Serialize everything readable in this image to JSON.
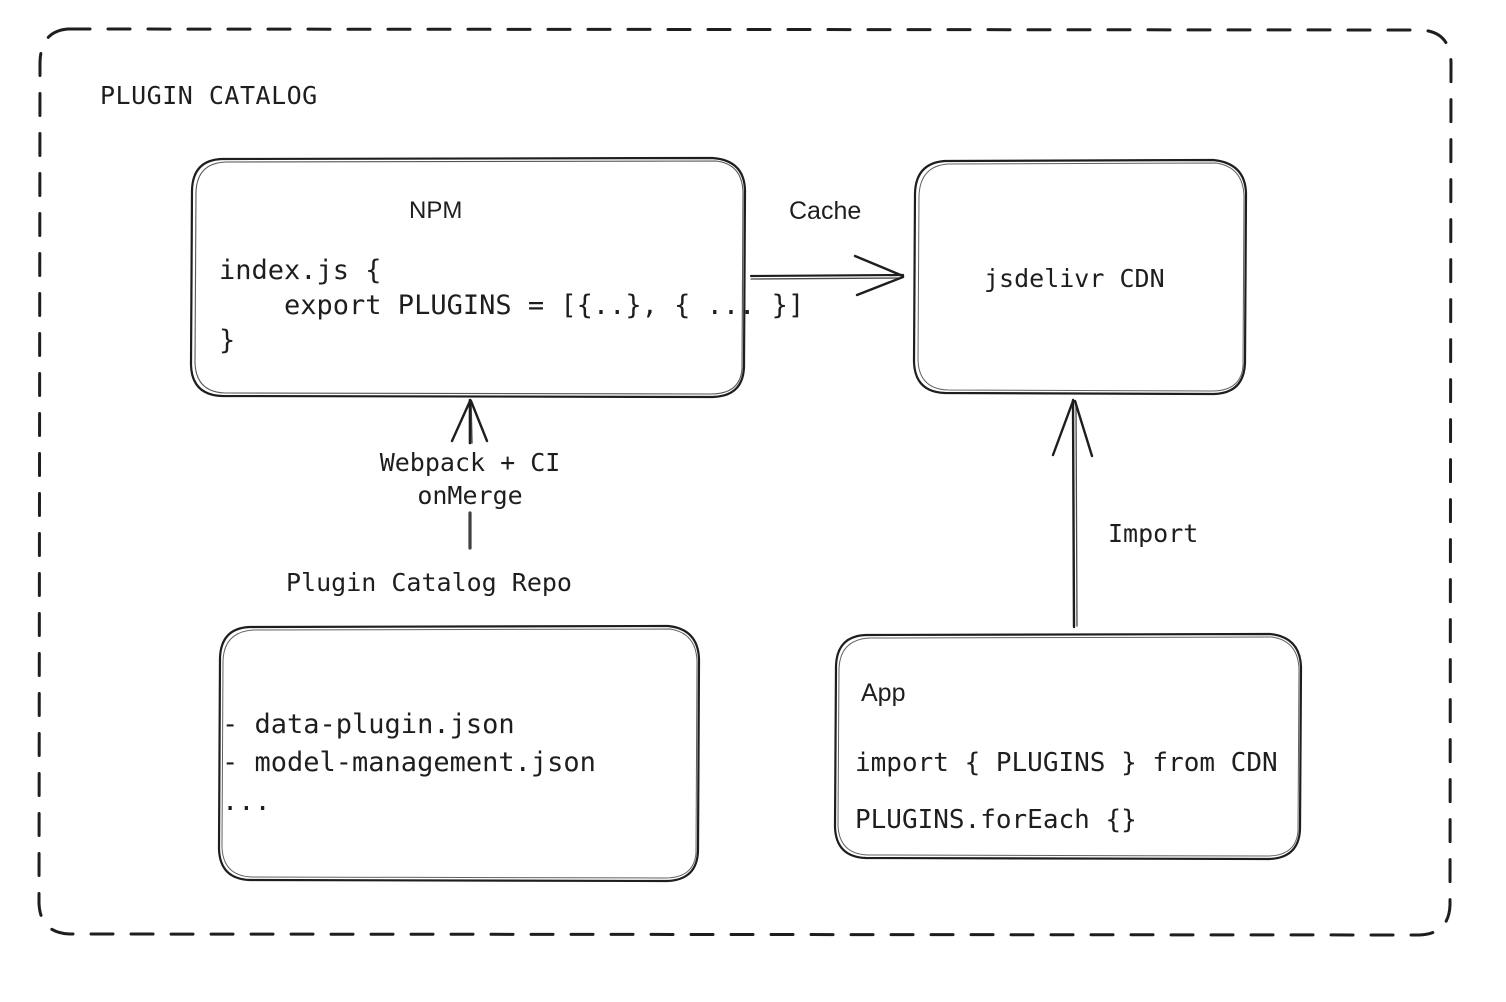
{
  "diagram": {
    "title": "PLUGIN CATALOG",
    "background": "#ffffff",
    "stroke": "#1e1e1e",
    "style": "hand-drawn sketch"
  },
  "nodes": {
    "npm": {
      "title": "NPM",
      "code": "index.js {\n    export PLUGINS = [{..}, { ... }]\n}"
    },
    "cdn": {
      "label": "jsdelivr CDN"
    },
    "repo": {
      "caption": "Plugin Catalog Repo",
      "items": "- data-plugin.json\n- model-management.json\n..."
    },
    "app": {
      "title": "App",
      "import_line": "import { PLUGINS } from CDN",
      "foreach_line": "PLUGINS.forEach {}"
    }
  },
  "edges": {
    "cache": {
      "label": "Cache",
      "from": "npm",
      "to": "cdn",
      "direction": "right"
    },
    "build": {
      "label": "Webpack + CI\nonMerge",
      "from": "repo",
      "to": "npm",
      "direction": "up"
    },
    "import": {
      "label": "Import",
      "from": "app",
      "to": "cdn",
      "direction": "up"
    }
  }
}
